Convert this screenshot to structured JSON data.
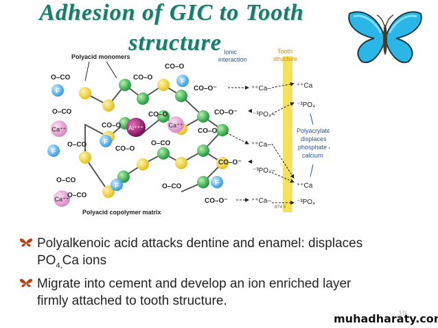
{
  "title_line1": "Adhesion of GIC to Tooth",
  "title_line2": "structure",
  "diagram": {
    "polyacid_monomers": "Polyacid monomers",
    "ionic_interaction": [
      "Ionic",
      "interaction"
    ],
    "tooth_structure": [
      "Tooth",
      "structure"
    ],
    "matrix_label": "Polyacid copolymer matrix",
    "polyacrylate_note": [
      "Polyacrylate",
      "displaces",
      "phosphate &",
      "calcium"
    ],
    "left_groups": [
      "O–CO",
      "O–CO",
      "O–CO",
      "O–CO"
    ],
    "co_o": "CO–O",
    "co_o_minus": "CO–O⁻",
    "ca_minus": "⁺⁺Ca–",
    "po4_minus": "⁻³PO₄–",
    "ca_right": "⁺⁺Ca",
    "po4_right": "⁻³PO₄",
    "ion_F": "F",
    "ion_Ca": "Ca⁺⁺",
    "ion_Al": "Al⁺⁺⁺",
    "fig_code": "BT4 5"
  },
  "bullets": [
    {
      "main": "Polyalkenoic acid attacks dentine and enamel: displaces",
      "line2_a": "PO",
      "line2_sub": "4,",
      "line2_b": "Ca ions"
    },
    {
      "main": "Migrate into cement and develop an ion enriched layer",
      "line2": "firmly attached to tooth structure."
    }
  ],
  "page_number": "19",
  "watermark": "muhadharaty.com",
  "colors": {
    "title": "#1f7a6e",
    "yellow": "#f2d23a",
    "green": "#2aa84a",
    "blue_ion": "#4aa6e8",
    "pink_ion": "#e59ad0",
    "al_ion": "#9c1b72",
    "tooth_bar": "#f4e35a"
  }
}
